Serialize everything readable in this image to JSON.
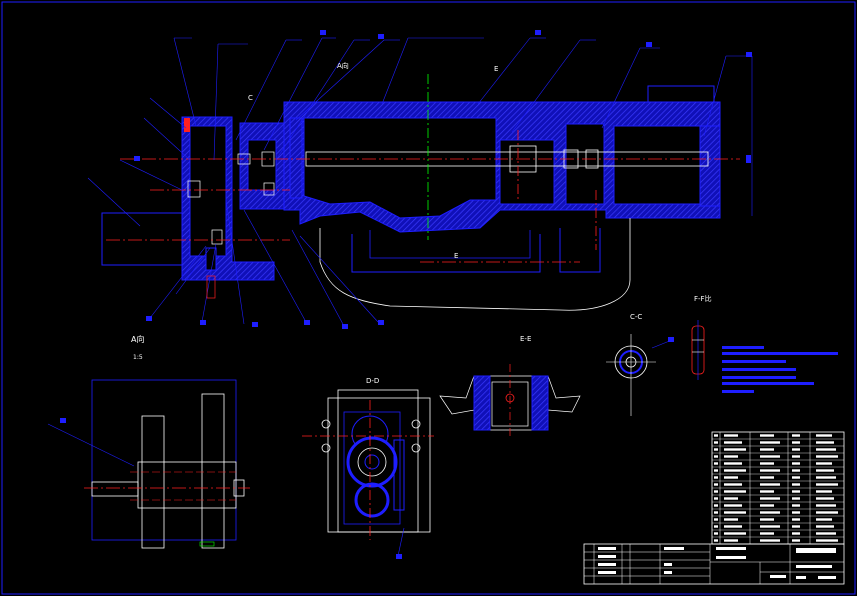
{
  "views": {
    "main_dir": "A向",
    "scale": "1:5",
    "sec_e_top": "E",
    "sec_e_bottom": "E",
    "sec_c": "C",
    "sec_ee": "E-E",
    "sec_dd": "D-D",
    "sec_cc": "C-C",
    "sec_ff": "F-F比"
  },
  "colors": {
    "background": "#000000",
    "outline": "#1e1eff",
    "hatch": "#1a1ad8",
    "center": "#ff2020",
    "white": "#ffffff",
    "green": "#00ff00",
    "magenta": "#ff00ff",
    "cyan": "#00ffff"
  }
}
